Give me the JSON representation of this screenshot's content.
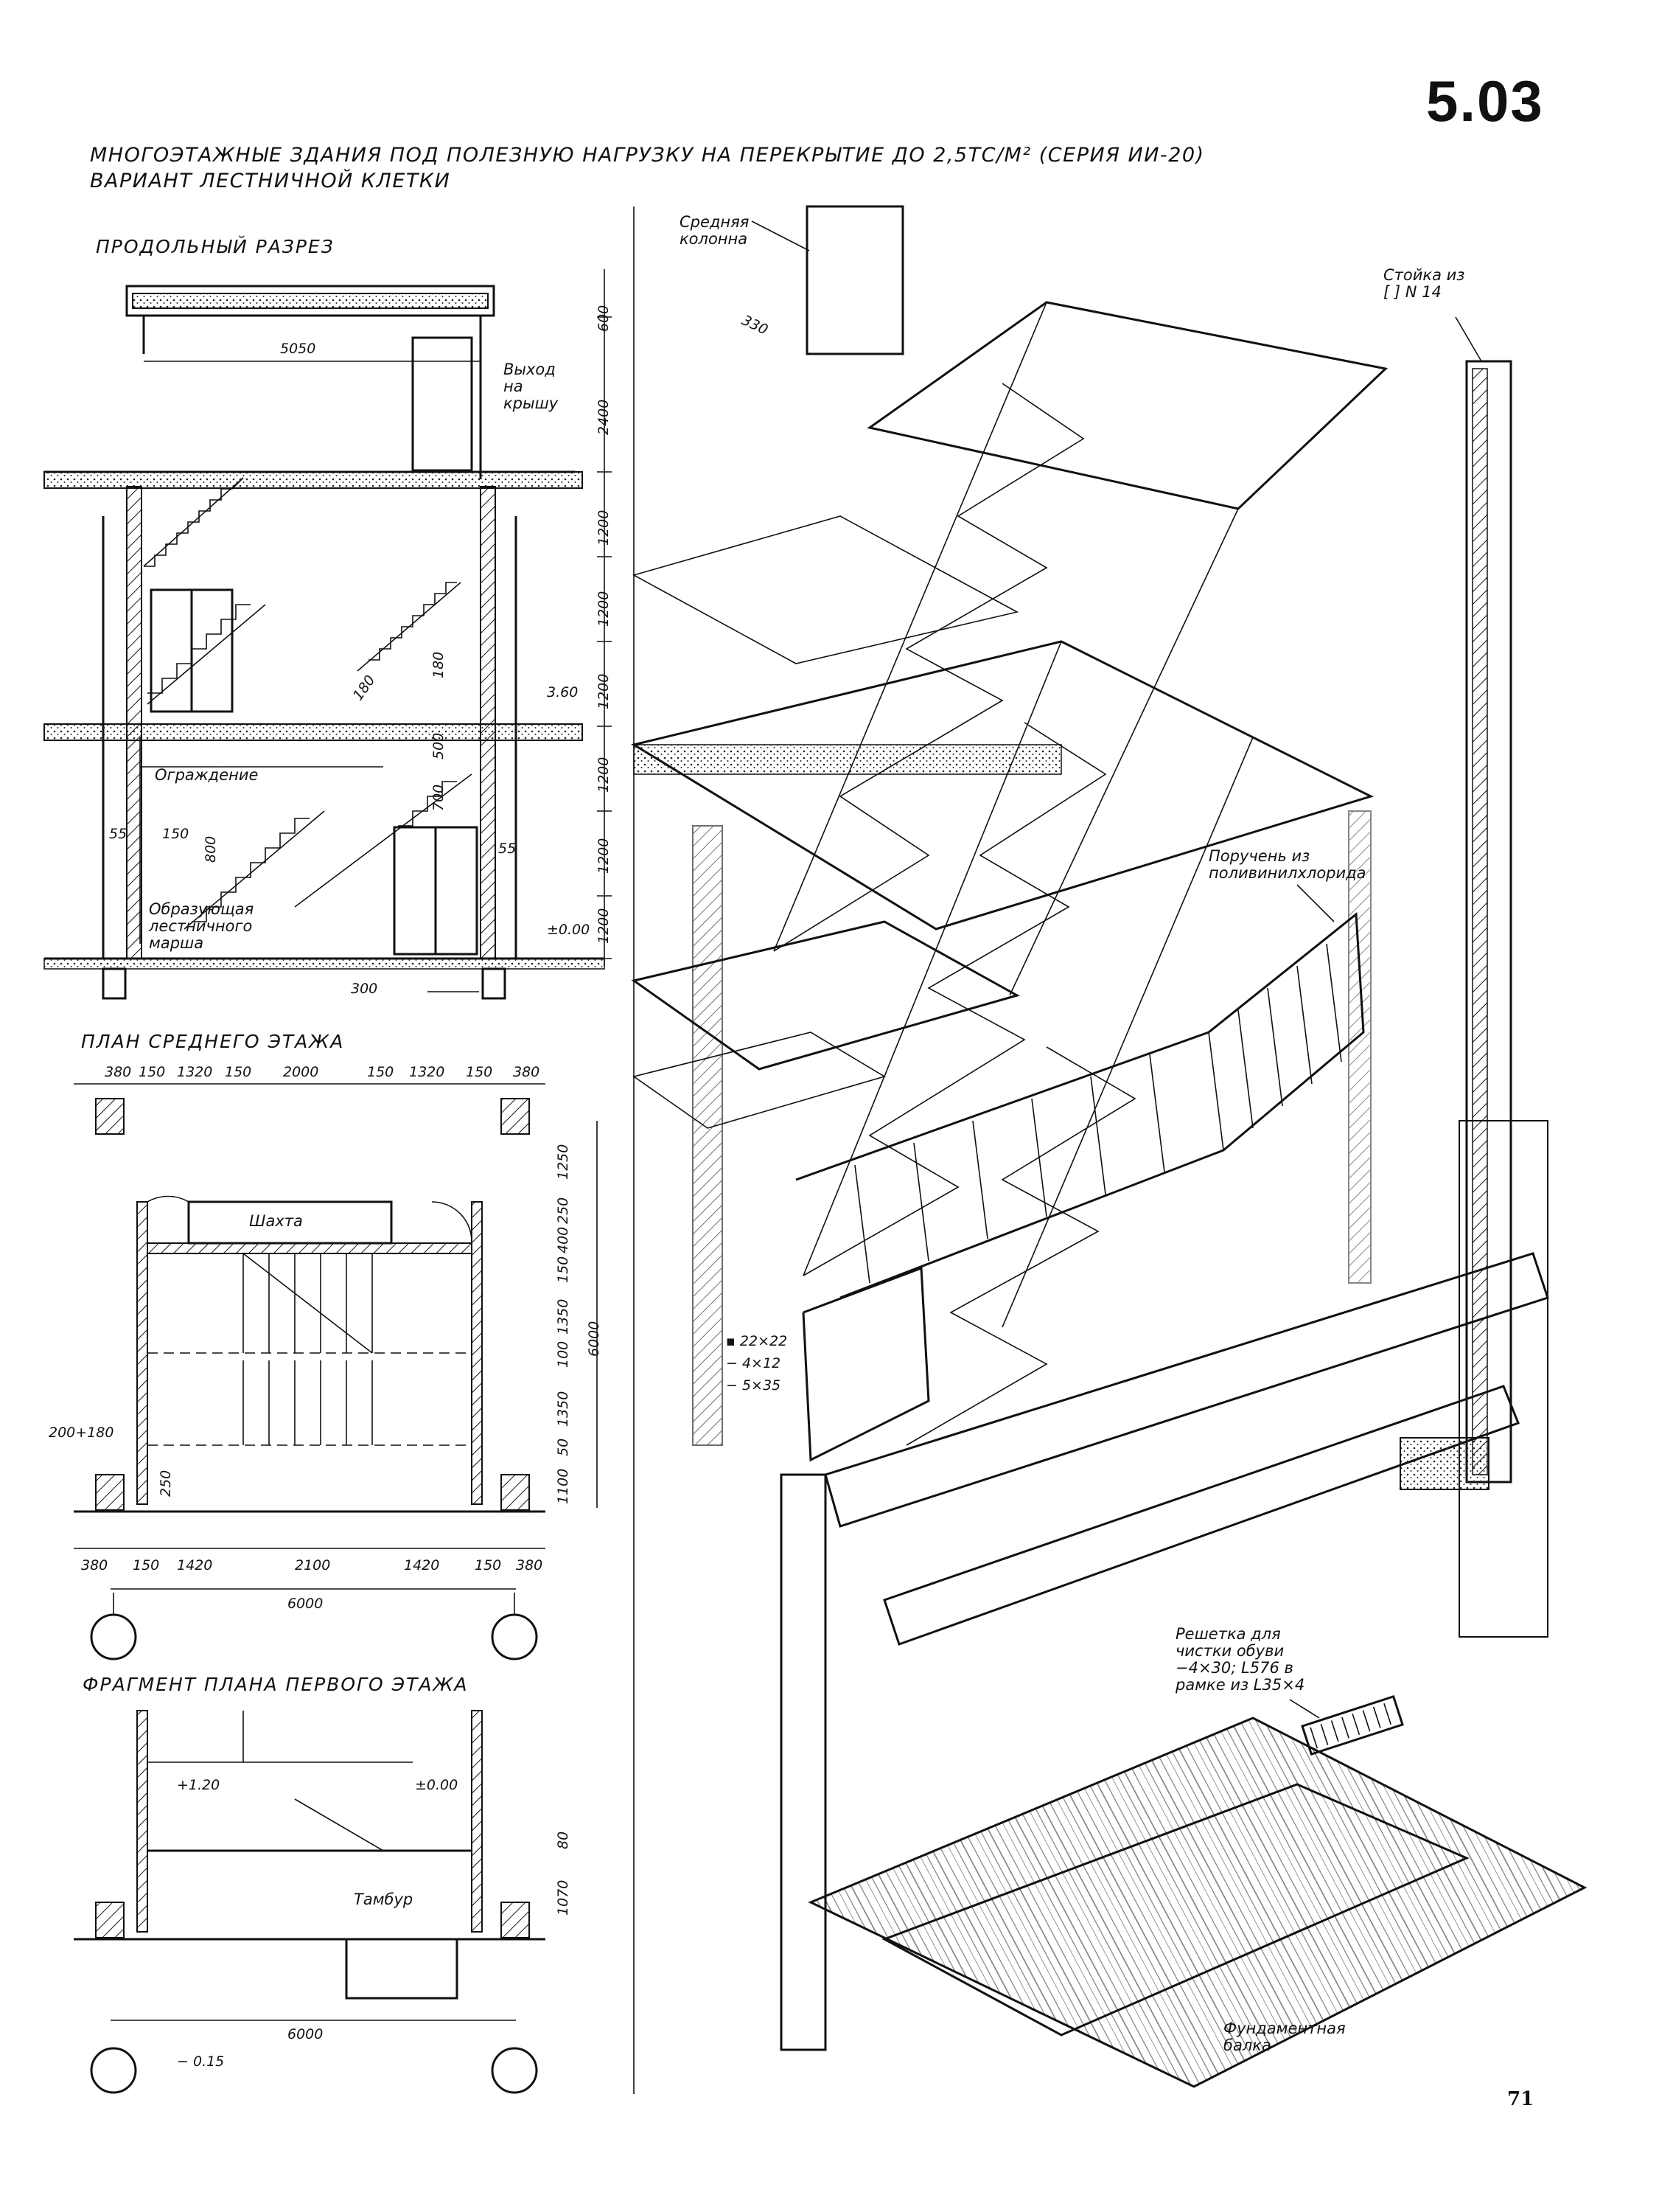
{
  "page_number_big": "5.03",
  "title_line1": "МНОГОЭТАЖНЫЕ ЗДАНИЯ ПОД ПОЛЕЗНУЮ НАГРУЗКУ НА ПЕРЕКРЫТИЕ ДО 2,5ТС/М² (СЕРИЯ ИИ-20)",
  "title_line2": "ВАРИАНТ ЛЕСТНИЧНОЙ КЛЕТКИ",
  "section": {
    "title": "ПРОДОЛЬНЫЙ РАЗРЕЗ",
    "dim_top": "5050",
    "label_exit": "Выход\nна\nкрышу",
    "label_fence": "Ограждение",
    "label_stringer": "Образующая\nлестничного\nмарша",
    "level_360": "3.60",
    "level_000": "±0.00",
    "dim_55_left": "55",
    "dim_150": "150",
    "dim_800": "800",
    "dim_55_right": "55",
    "dim_300": "300",
    "dim_180_diag": "180",
    "dim_180": "180",
    "dim_500": "500",
    "dim_700": "700",
    "right_dims": [
      "600",
      "2400",
      "1200",
      "1200",
      "1200",
      "1200",
      "1200",
      "1200"
    ]
  },
  "middle_plan": {
    "title": "ПЛАН СРЕДНЕГО ЭТАЖА",
    "top_dims": [
      "380",
      "150",
      "1320",
      "150",
      "2000",
      "150",
      "1320",
      "150",
      "380"
    ],
    "label_shaft": "Шахта",
    "right_dims": [
      "1250",
      "250",
      "400",
      "150",
      "1350",
      "100",
      "1350",
      "50",
      "1100"
    ],
    "overall_dim": "6000",
    "dim_200_180": "200+180",
    "dim_250": "250",
    "bottom_dims": [
      "380",
      "150",
      "1420",
      "2100",
      "1420",
      "150",
      "380"
    ],
    "bottom_overall": "6000"
  },
  "first_plan": {
    "title": "ФРАГМЕНТ ПЛАНА ПЕРВОГО ЭТАЖА",
    "level_120": "+1.20",
    "level_000": "±0.00",
    "label_vestibule": "Тамбур",
    "dim_80": "80",
    "dim_1070": "1070",
    "overall_dim": "6000",
    "level_015": "− 0.15"
  },
  "iso": {
    "label_column": "Средняя\nколонна",
    "dim_330": "330",
    "label_post": "Стойка из\n[ ] N 14",
    "label_handrail": "Поручень из\nполивинилхлорида",
    "sizes": [
      "▪ 22×22",
      "− 4×12",
      "− 5×35"
    ],
    "label_grate": "Решетка для\nчистки обуви\n−4×30; L576 в\nрамке из L35×4",
    "label_beam": "Фундаментная\nбалка"
  },
  "page_number": "71"
}
